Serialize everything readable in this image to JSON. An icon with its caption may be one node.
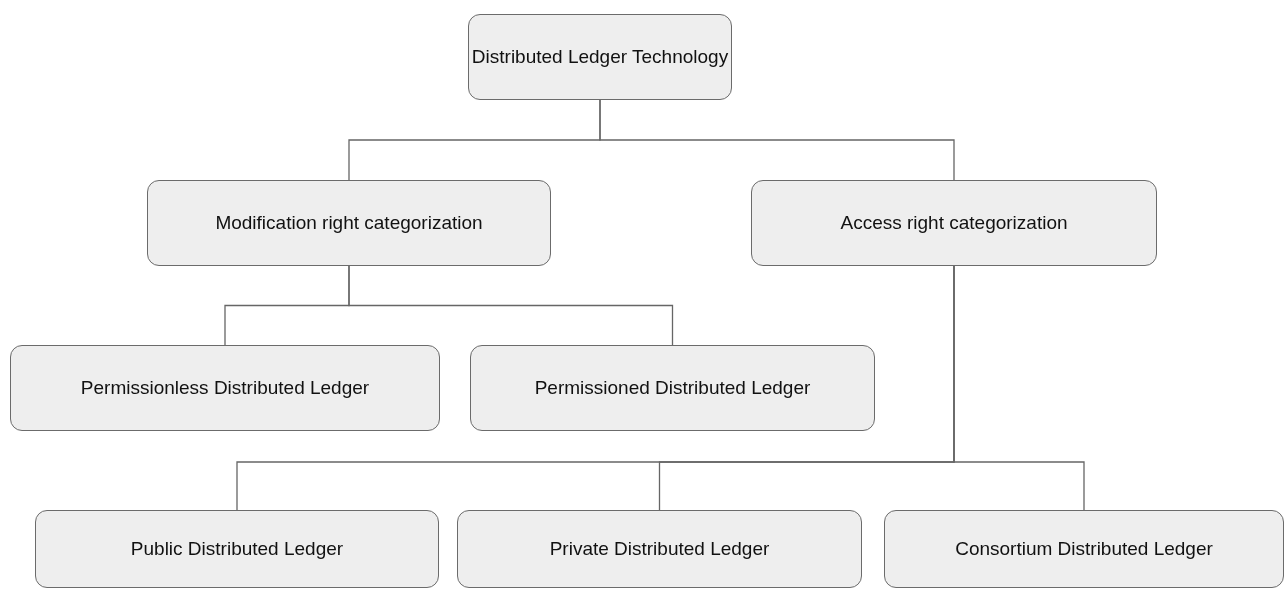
{
  "diagram": {
    "nodes": [
      {
        "text": [
          "Distributed Ledger Technology"
        ]
      },
      {
        "text": [
          "Modification right categorization"
        ]
      },
      {
        "text": [
          "Access right categorization"
        ]
      },
      {
        "text": [
          "Permissionless Distributed Ledger"
        ]
      },
      {
        "text": [
          "Permissioned Distributed Ledger"
        ]
      },
      {
        "text": [
          "Public Distributed Ledger"
        ]
      },
      {
        "text": [
          "Private Distributed Ledger"
        ]
      },
      {
        "text": [
          "Consortium Distributed Ledger"
        ]
      }
    ],
    "edges": [
      {
        "from": 0,
        "to": 1,
        "arrow": "none"
      },
      {
        "from": 0,
        "to": 2,
        "arrow": "none"
      },
      {
        "from": 1,
        "to": 3,
        "arrow": "none"
      },
      {
        "from": 1,
        "to": 4,
        "arrow": "none"
      },
      {
        "from": 2,
        "to": 5,
        "arrow": "none"
      },
      {
        "from": 2,
        "to": 6,
        "arrow": "none"
      },
      {
        "from": 2,
        "to": 7,
        "arrow": "none"
      }
    ]
  }
}
